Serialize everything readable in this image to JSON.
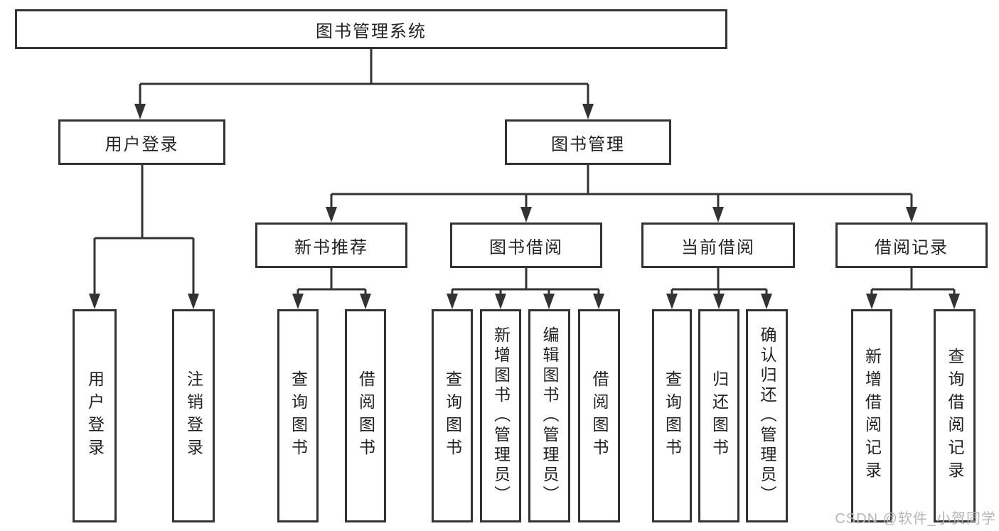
{
  "diagram": {
    "root": "图书管理系统",
    "l2": {
      "login": "用户登录",
      "mgmt": "图书管理"
    },
    "l3": {
      "rec": "新书推荐",
      "borrow": "图书借阅",
      "current": "当前借阅",
      "record": "借阅记录"
    },
    "leaves": {
      "login1": "用户登录",
      "login2": "注销登录",
      "rec1": "查询图书",
      "rec2": "借阅图书",
      "borrow1": "查询图书",
      "borrow2": "新增图书（管理员）",
      "borrow3": "编辑图书（管理员）",
      "borrow4": "借阅图书",
      "cur1": "查询图书",
      "cur2": "归还图书",
      "cur3": "确认归还（管理员）",
      "record1": "新增借阅记录",
      "record2": "查询借阅记录"
    }
  },
  "watermark": "CSDN @软件_小贺同学",
  "colors": {
    "line": "#333333",
    "text": "#222222",
    "watermark": "#b5b5ba",
    "background": "#ffffff"
  }
}
